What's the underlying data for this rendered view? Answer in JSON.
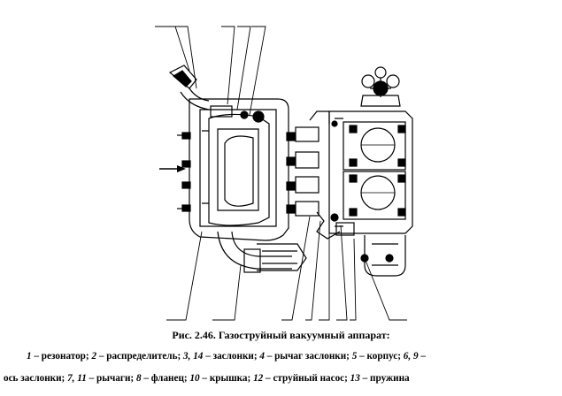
{
  "figure": {
    "title": "Рис. 2.46. Газоструйный вакуумный аппарат:",
    "legend_line1": [
      {
        "num": "1",
        "text": " – резонатор; "
      },
      {
        "num": "2",
        "text": " – распределитель; "
      },
      {
        "num": "3, 14",
        "text": " – заслонки; "
      },
      {
        "num": "4",
        "text": " – рычаг заслонки; "
      },
      {
        "num": "5",
        "text": " – корпус; "
      },
      {
        "num": "6, 9",
        "text": " –"
      }
    ],
    "legend_line2": [
      {
        "num": "",
        "text": "ось заслонки; "
      },
      {
        "num": "7, 11",
        "text": " – рычаги; "
      },
      {
        "num": "8",
        "text": " – фланец; "
      },
      {
        "num": "10",
        "text": " – крышка; "
      },
      {
        "num": "12",
        "text": " – струйный насос; "
      },
      {
        "num": "13",
        "text": " – пружина"
      }
    ]
  }
}
